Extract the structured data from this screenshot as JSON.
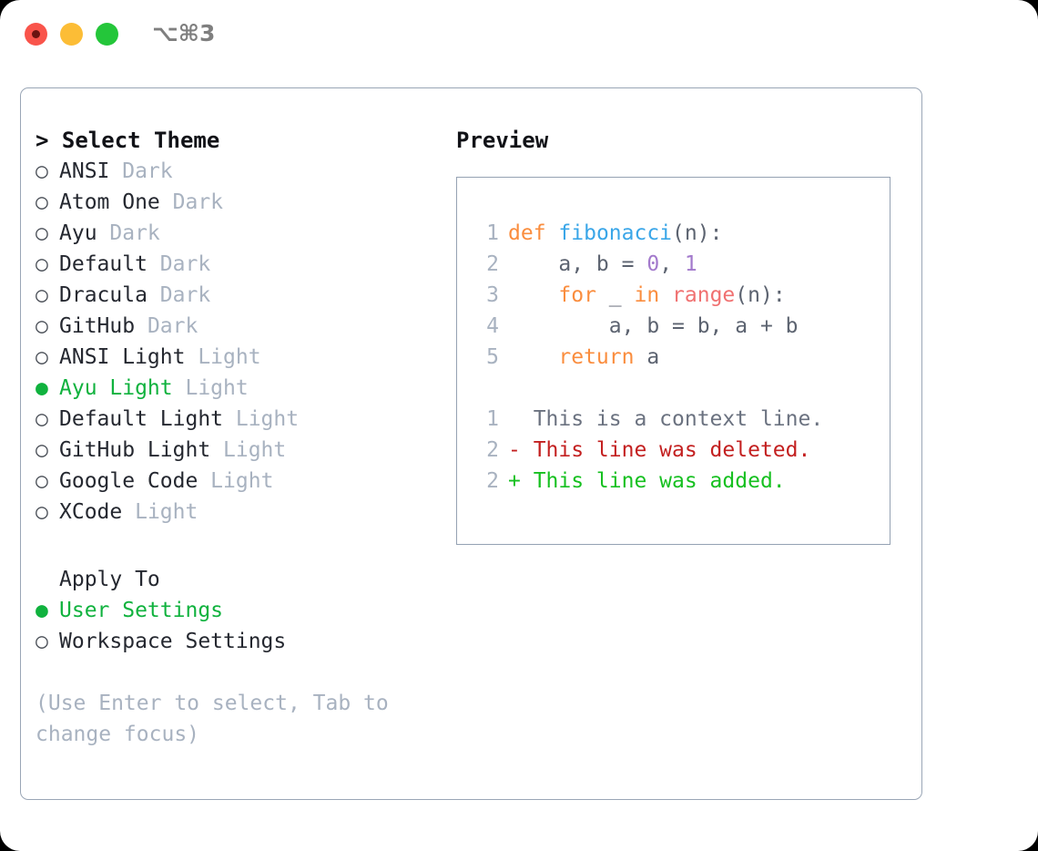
{
  "titlebar": {
    "shortcut": "⌥⌘3",
    "dots": [
      {
        "name": "close",
        "color": "#f9544b"
      },
      {
        "name": "minimize",
        "color": "#fcbd36"
      },
      {
        "name": "maximize",
        "color": "#24c63a"
      }
    ]
  },
  "theme_list": {
    "heading": "> Select Theme",
    "marker_selected": "●",
    "marker_unselected": "○",
    "items": [
      {
        "marker": "○",
        "name": "ANSI",
        "suffix": "Dark",
        "selected": false
      },
      {
        "marker": "○",
        "name": "Atom One",
        "suffix": "Dark",
        "selected": false
      },
      {
        "marker": "○",
        "name": "Ayu",
        "suffix": "Dark",
        "selected": false
      },
      {
        "marker": "○",
        "name": "Default",
        "suffix": "Dark",
        "selected": false
      },
      {
        "marker": "○",
        "name": "Dracula",
        "suffix": "Dark",
        "selected": false
      },
      {
        "marker": "○",
        "name": "GitHub",
        "suffix": "Dark",
        "selected": false
      },
      {
        "marker": "○",
        "name": "ANSI Light",
        "suffix": "Light",
        "selected": false
      },
      {
        "marker": "●",
        "name": "Ayu Light",
        "suffix": "Light",
        "selected": true
      },
      {
        "marker": "○",
        "name": "Default Light",
        "suffix": "Light",
        "selected": false
      },
      {
        "marker": "○",
        "name": "GitHub Light",
        "suffix": "Light",
        "selected": false
      },
      {
        "marker": "○",
        "name": "Google Code",
        "suffix": "Light",
        "selected": false
      },
      {
        "marker": "○",
        "name": "XCode",
        "suffix": "Light",
        "selected": false
      }
    ]
  },
  "apply_to": {
    "heading": "Apply To",
    "items": [
      {
        "marker": "●",
        "name": "User Settings",
        "selected": true
      },
      {
        "marker": "○",
        "name": "Workspace Settings",
        "selected": false
      }
    ]
  },
  "hint": "(Use Enter to select, Tab to change focus)",
  "preview": {
    "heading": "Preview",
    "code": [
      {
        "ln": "1",
        "tokens": [
          {
            "t": "def",
            "c": "kw"
          },
          {
            "t": " ",
            "c": "pl"
          },
          {
            "t": "fibonacci",
            "c": "fn"
          },
          {
            "t": "(n):",
            "c": "pl"
          }
        ]
      },
      {
        "ln": "2",
        "tokens": [
          {
            "t": "    a, b = ",
            "c": "pl"
          },
          {
            "t": "0",
            "c": "num"
          },
          {
            "t": ", ",
            "c": "pl"
          },
          {
            "t": "1",
            "c": "num"
          }
        ]
      },
      {
        "ln": "3",
        "tokens": [
          {
            "t": "    ",
            "c": "pl"
          },
          {
            "t": "for",
            "c": "kw"
          },
          {
            "t": " _ ",
            "c": "pl"
          },
          {
            "t": "in",
            "c": "kw"
          },
          {
            "t": " ",
            "c": "pl"
          },
          {
            "t": "range",
            "c": "bi"
          },
          {
            "t": "(n):",
            "c": "pl"
          }
        ]
      },
      {
        "ln": "4",
        "tokens": [
          {
            "t": "        a, b = b, a + b",
            "c": "pl"
          }
        ]
      },
      {
        "ln": "5",
        "tokens": [
          {
            "t": "    ",
            "c": "pl"
          },
          {
            "t": "return",
            "c": "kw"
          },
          {
            "t": " a",
            "c": "pl"
          }
        ]
      }
    ],
    "diff": [
      {
        "ln": "1",
        "prefix": "  ",
        "text": "This is a context line.",
        "kind": "diff-ctx"
      },
      {
        "ln": "2",
        "prefix": "- ",
        "text": "This line was deleted.",
        "kind": "diff-del"
      },
      {
        "ln": "2",
        "prefix": "+ ",
        "text": "This line was added.",
        "kind": "diff-add"
      }
    ]
  },
  "colors": {
    "selected_green": "#10b23e",
    "muted": "#a8b2c0",
    "text": "#252830",
    "border": "#9aa6b6",
    "keyword": "#fa8d3e",
    "function": "#3aa6e8",
    "number": "#a37acc",
    "builtin": "#f07171",
    "diff_deleted": "#c32020",
    "diff_added": "#16c020"
  }
}
